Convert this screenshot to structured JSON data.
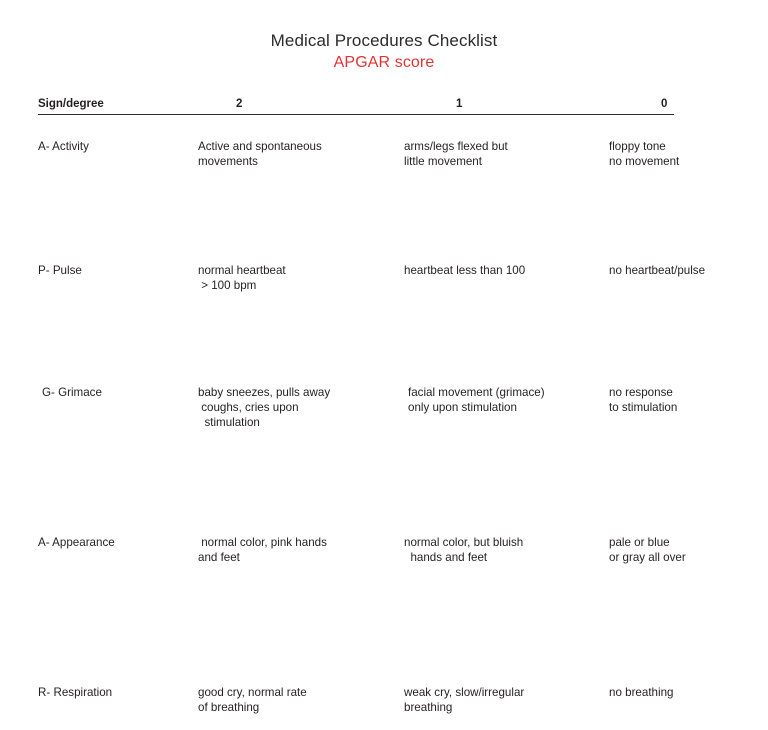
{
  "document": {
    "title": "Medical Procedures Checklist",
    "subtitle": "APGAR score",
    "title_color": "#2b2b2b",
    "subtitle_color": "#e23434"
  },
  "table": {
    "headers": {
      "sign": "Sign/degree",
      "score_2": "2",
      "score_1": "1",
      "score_0": "0"
    },
    "rows": [
      {
        "label": "A- Activity",
        "score_2": "Active and spontaneous\nmovements",
        "score_1": "arms/legs flexed but\nlittle movement",
        "score_0": "floppy tone\nno movement"
      },
      {
        "label": "P- Pulse",
        "score_2": "normal heartbeat\n > 100 bpm",
        "score_1": "heartbeat less than 100",
        "score_0": "no heartbeat/pulse"
      },
      {
        "label": "G- Grimace",
        "score_2": "baby sneezes, pulls away\n coughs, cries upon\n  stimulation",
        "score_1": "facial movement (grimace)\nonly upon stimulation",
        "score_0": "no response\nto stimulation"
      },
      {
        "label": "A- Appearance",
        "score_2": " normal color, pink hands\nand feet",
        "score_1": "normal color, but bluish\n  hands and feet",
        "score_0": "pale or blue\nor gray all over"
      },
      {
        "label": "R- Respiration",
        "score_2": "good cry, normal rate\nof breathing",
        "score_1": "weak cry, slow/irregular\nbreathing",
        "score_0": "no breathing"
      }
    ]
  }
}
